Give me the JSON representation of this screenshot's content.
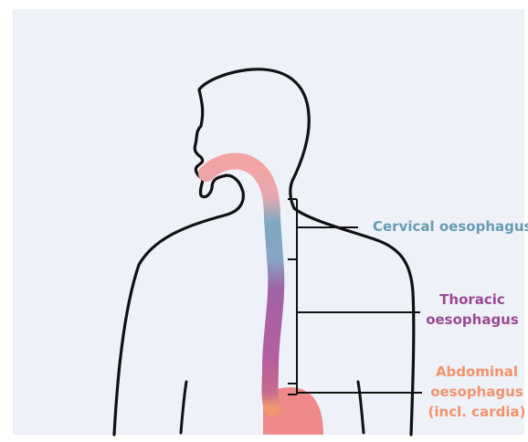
{
  "labels": {
    "cervical": "Cervical oesophagus",
    "thoracic_line1": "Thoracic",
    "thoracic_line2": "oesophagus",
    "abdominal_line1": "Abdominal",
    "abdominal_line2": "oesophagus",
    "abdominal_line3": "(incl. cardia)"
  },
  "colors": {
    "background": "#eef1f8",
    "outline": "#111111",
    "pharynx": "#f2a3a3",
    "cervical": "#7ea8c2",
    "thoracic": "#a85a9e",
    "abdominal": "#f29a6e",
    "stomach": "#ee7f7f"
  }
}
